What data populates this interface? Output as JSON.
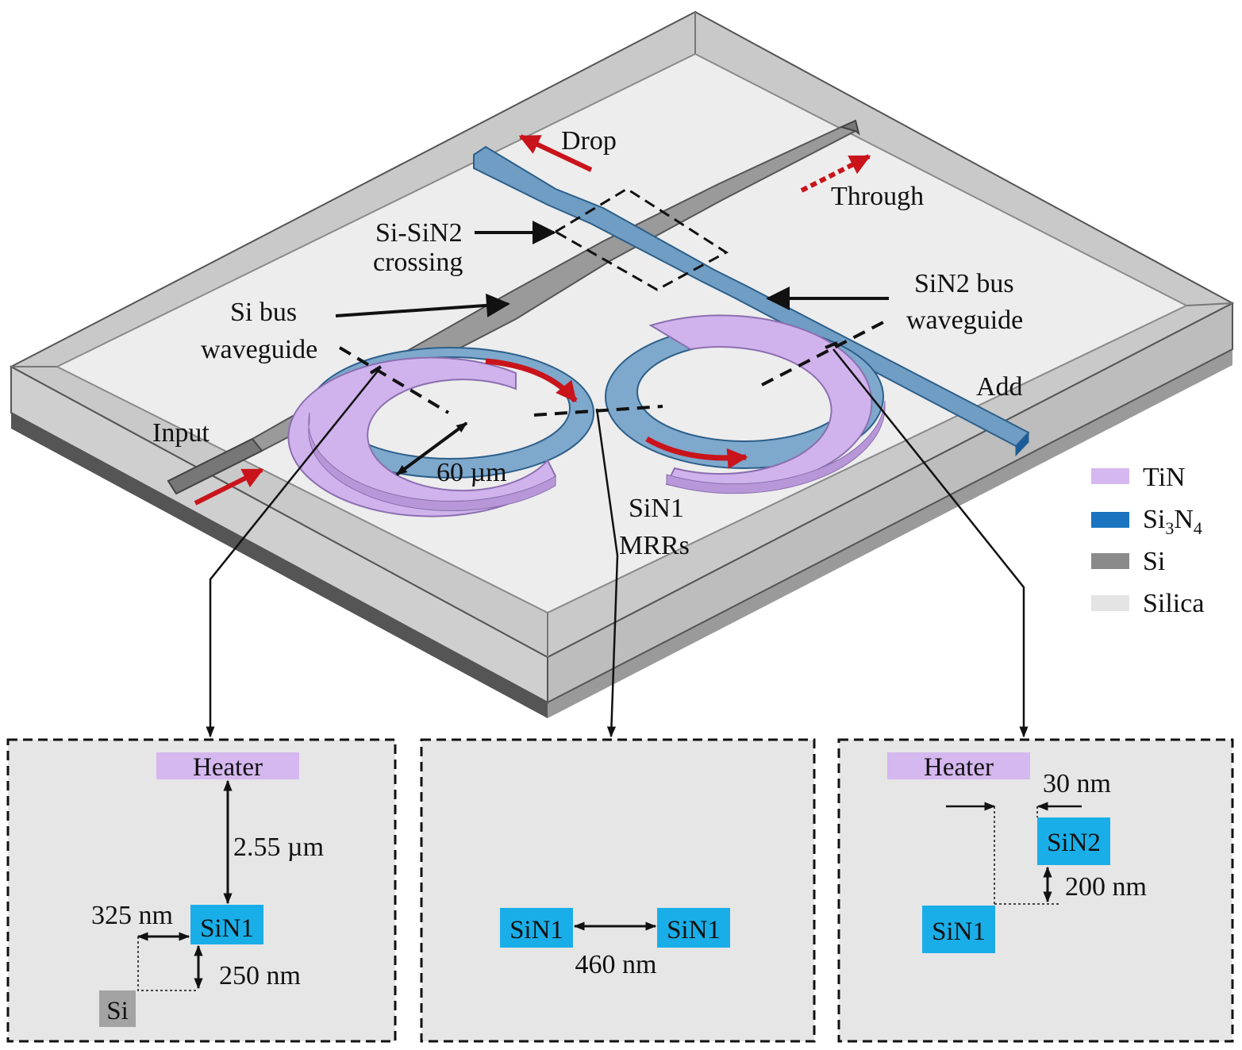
{
  "colors": {
    "tin": "#d5b8ef",
    "si3n4": "#1a74bf",
    "si": "#8a8a8a",
    "silica": "#e4e4e4",
    "sin_box": "#1aaee8",
    "arrow_red": "#c9141b"
  },
  "labels": {
    "drop": "Drop",
    "through": "Through",
    "crossing_1": "Si-SiN2",
    "crossing_2": "crossing",
    "si_bus_1": "Si bus",
    "si_bus_2": "waveguide",
    "sin2_bus_1": "SiN2 bus",
    "sin2_bus_2": "waveguide",
    "add": "Add",
    "input": "Input",
    "diameter": "60 µm",
    "mrr_1": "SiN1",
    "mrr_2": "MRRs"
  },
  "legend": [
    {
      "label": "TiN",
      "color": "#d5b8ef"
    },
    {
      "label": "Si3N4",
      "main": "Si",
      "sub1": "3",
      "mid": "N",
      "sub2": "4",
      "color": "#1a74bf"
    },
    {
      "label": "Si",
      "color": "#8a8a8a"
    },
    {
      "label": "Silica",
      "color": "#e4e4e4"
    }
  ],
  "panels": {
    "left": {
      "heater": "Heater",
      "gap_v": "2.55 µm",
      "offset_h": "325 nm",
      "sin1": "SiN1",
      "offset_v": "250 nm",
      "si": "Si"
    },
    "middle": {
      "sin1_a": "SiN1",
      "sin1_b": "SiN1",
      "gap": "460 nm"
    },
    "right": {
      "heater": "Heater",
      "offset_h": "30 nm",
      "sin2": "SiN2",
      "offset_v": "200 nm",
      "sin1": "SiN1"
    }
  }
}
